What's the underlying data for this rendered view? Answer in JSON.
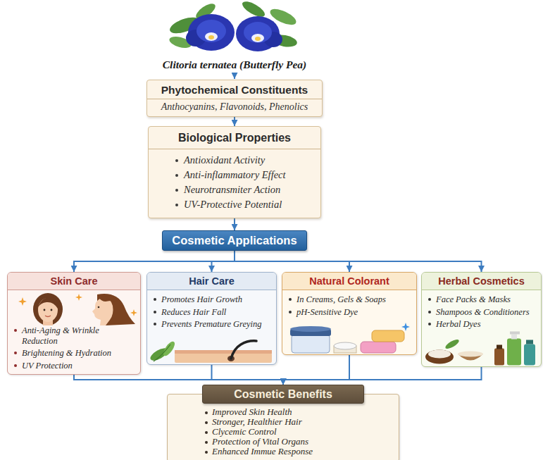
{
  "diagram": {
    "title": "Clitoria ternatea (Butterfly Pea)",
    "nodes": [
      {
        "text": [
          "Phytochemical Constituents",
          "Anthocyanins, Flavonoids, Phenolics"
        ]
      },
      {
        "text": [
          "Biological Properties",
          "Antioxidant Activity",
          "Anti-inflammatory Effect",
          "Neurotransmiter Action",
          "UV-Protective Potential"
        ]
      },
      {
        "text": [
          "Cosmetic Applications"
        ]
      },
      {
        "text": [
          "Skin Care",
          "Anti-Aging & Wrinkle Reduction",
          "Brightening & Hydration",
          "UV Protection"
        ]
      },
      {
        "text": [
          "Hair Care",
          "Promotes Hair Growth",
          "Reduces Hair Fall",
          "Prevents Premature Greying"
        ]
      },
      {
        "text": [
          "Natural Colorant",
          "In Creams, Gels & Soaps",
          "pH-Sensitive Dye"
        ]
      },
      {
        "text": [
          "Herbal Cosmetics",
          "Face Packs & Masks",
          "Shampoos & Conditioners",
          "Herbal Dyes"
        ]
      },
      {
        "text": [
          "Cosmetic Benefits",
          "Improved Skin Health",
          "Stronger, Healthier Hair",
          "Clycemic Control",
          "Protection of Vital Organs",
          "Enhanced Immue Response"
        ]
      }
    ],
    "edges": [
      {
        "from": 0,
        "to": 1,
        "arrow": "to"
      },
      {
        "from": 1,
        "to": 2,
        "arrow": "to"
      },
      {
        "from": 2,
        "to": 3,
        "arrow": "to"
      },
      {
        "from": 2,
        "to": 4,
        "arrow": "to"
      },
      {
        "from": 2,
        "to": 5,
        "arrow": "to"
      },
      {
        "from": 2,
        "to": 6,
        "arrow": "to"
      },
      {
        "from": 3,
        "to": 7,
        "arrow": "to"
      },
      {
        "from": 4,
        "to": 7,
        "arrow": "to"
      },
      {
        "from": 5,
        "to": 7,
        "arrow": "to"
      },
      {
        "from": 6,
        "to": 7,
        "arrow": "to"
      }
    ]
  }
}
